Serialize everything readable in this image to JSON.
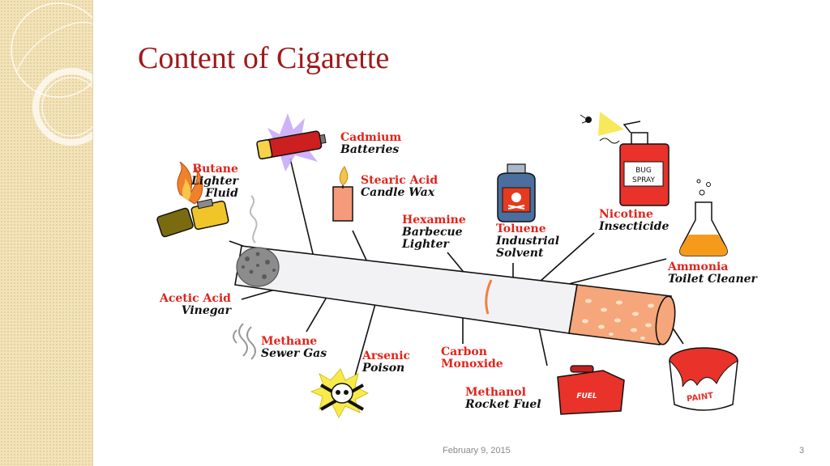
{
  "slide": {
    "title": "Content of Cigarette",
    "footer_date": "February 9, 2015",
    "page_number": "3"
  },
  "ingredients": [
    {
      "id": "cadmium",
      "name": "Cadmium",
      "use": "Batteries",
      "icon": "battery-icon"
    },
    {
      "id": "butane",
      "name": "Butane",
      "use": "Lighter Fluid",
      "use_lines": [
        "Lighter",
        "Fluid"
      ],
      "icon": "lighter-icon"
    },
    {
      "id": "stearic-acid",
      "name": "Stearic Acid",
      "use": "Candle Wax",
      "icon": "candle-icon"
    },
    {
      "id": "hexamine",
      "name": "Hexamine",
      "use": "Barbecue Lighter",
      "use_lines": [
        "Barbecue",
        "Lighter"
      ],
      "icon": ""
    },
    {
      "id": "toluene",
      "name": "Toluene",
      "use": "Industrial Solvent",
      "use_lines": [
        "Industrial",
        "Solvent"
      ],
      "icon": "solvent-bottle-icon"
    },
    {
      "id": "nicotine",
      "name": "Nicotine",
      "use": "Insecticide",
      "icon": "bug-spray-can-icon"
    },
    {
      "id": "ammonia",
      "name": "Ammonia",
      "use": "Toilet Cleaner",
      "icon": "flask-icon"
    },
    {
      "id": "acetic-acid",
      "name": "Acetic Acid",
      "use": "Vinegar",
      "icon": ""
    },
    {
      "id": "methane",
      "name": "Methane",
      "use": "Sewer Gas",
      "icon": "gas-fumes-icon"
    },
    {
      "id": "arsenic",
      "name": "Arsenic",
      "use": "Poison",
      "icon": "skull-crossbones-icon"
    },
    {
      "id": "carbon-monoxide",
      "name": "Carbon Monoxide",
      "name_lines": [
        "Carbon",
        "Monoxide"
      ],
      "use": "",
      "icon": ""
    },
    {
      "id": "methanol",
      "name": "Methanol",
      "use": "Rocket Fuel",
      "icon": "fuel-can-icon"
    },
    {
      "id": "paint",
      "name": "",
      "use": "",
      "icon": "paint-can-icon"
    }
  ],
  "icon_text": {
    "bug_spray": [
      "BUG",
      "SPRAY"
    ],
    "fuel": "FUEL",
    "paint": "PAINT"
  },
  "colors": {
    "title": "#a01818",
    "label_name": "#e0241b",
    "label_use": "#111111",
    "filter": "#f5a67a",
    "sidebar": "#f3e3b8"
  }
}
